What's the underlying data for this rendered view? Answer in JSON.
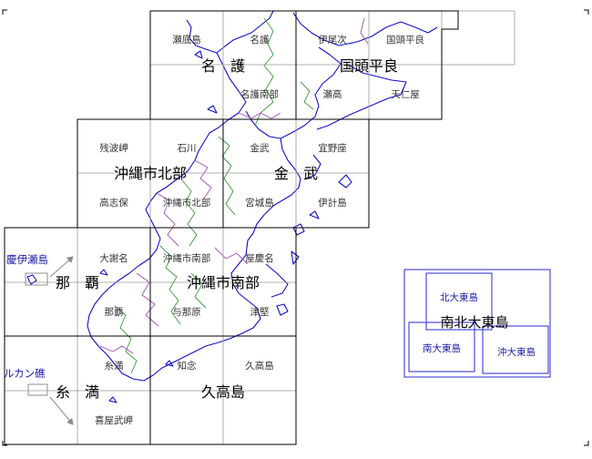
{
  "main_sheets": {
    "nago": "名　護",
    "kunigami": "国頭平良",
    "okinawa_north": "沖縄市北部",
    "kin": "金　武",
    "naha": "那　覇",
    "okinawa_south": "沖縄市南部",
    "itoman": "糸　満",
    "kudaka": "久高島",
    "daito": "南北大東島"
  },
  "sub_sheets": {
    "nago_nw": "瀬底島",
    "nago_ne": "名護",
    "nago_se": "名護南部",
    "kunigami_nw": "伊尾次",
    "kunigami_ne": "国頭平良",
    "kunigami_sw": "瀬高",
    "kunigami_se": "天仁屋",
    "okn_nw": "残波岬",
    "okn_ne": "石川",
    "okn_sw": "高志保",
    "okn_se": "沖縄市北部",
    "kin_nw": "金武",
    "kin_ne": "宜野座",
    "kin_sw": "宮城島",
    "kin_se": "伊計島",
    "naha_ne": "大謝名",
    "naha_se": "那覇",
    "oks_nw": "沖縄市南部",
    "oks_ne": "屋慶名",
    "oks_sw": "与那原",
    "oks_se": "津堅",
    "itoman_ne": "糸満",
    "itoman_se": "喜屋武岬",
    "kudaka_nw": "知念",
    "kudaka_ne": "久高島",
    "daito_n": "北大東島",
    "daito_s": "南大東島",
    "daito_oki": "沖大東島"
  },
  "insets": {
    "keise": "慶伊瀬島",
    "rukan": "ルカン礁"
  },
  "colors": {
    "sheet_border": "#000000",
    "grid_line": "#999999",
    "coast": "#1010c8",
    "boundary_green": "#3a9a3a",
    "boundary_purple": "#a050b0",
    "inset_border": "#2a2ad0",
    "arrow": "#8c8c8c"
  }
}
